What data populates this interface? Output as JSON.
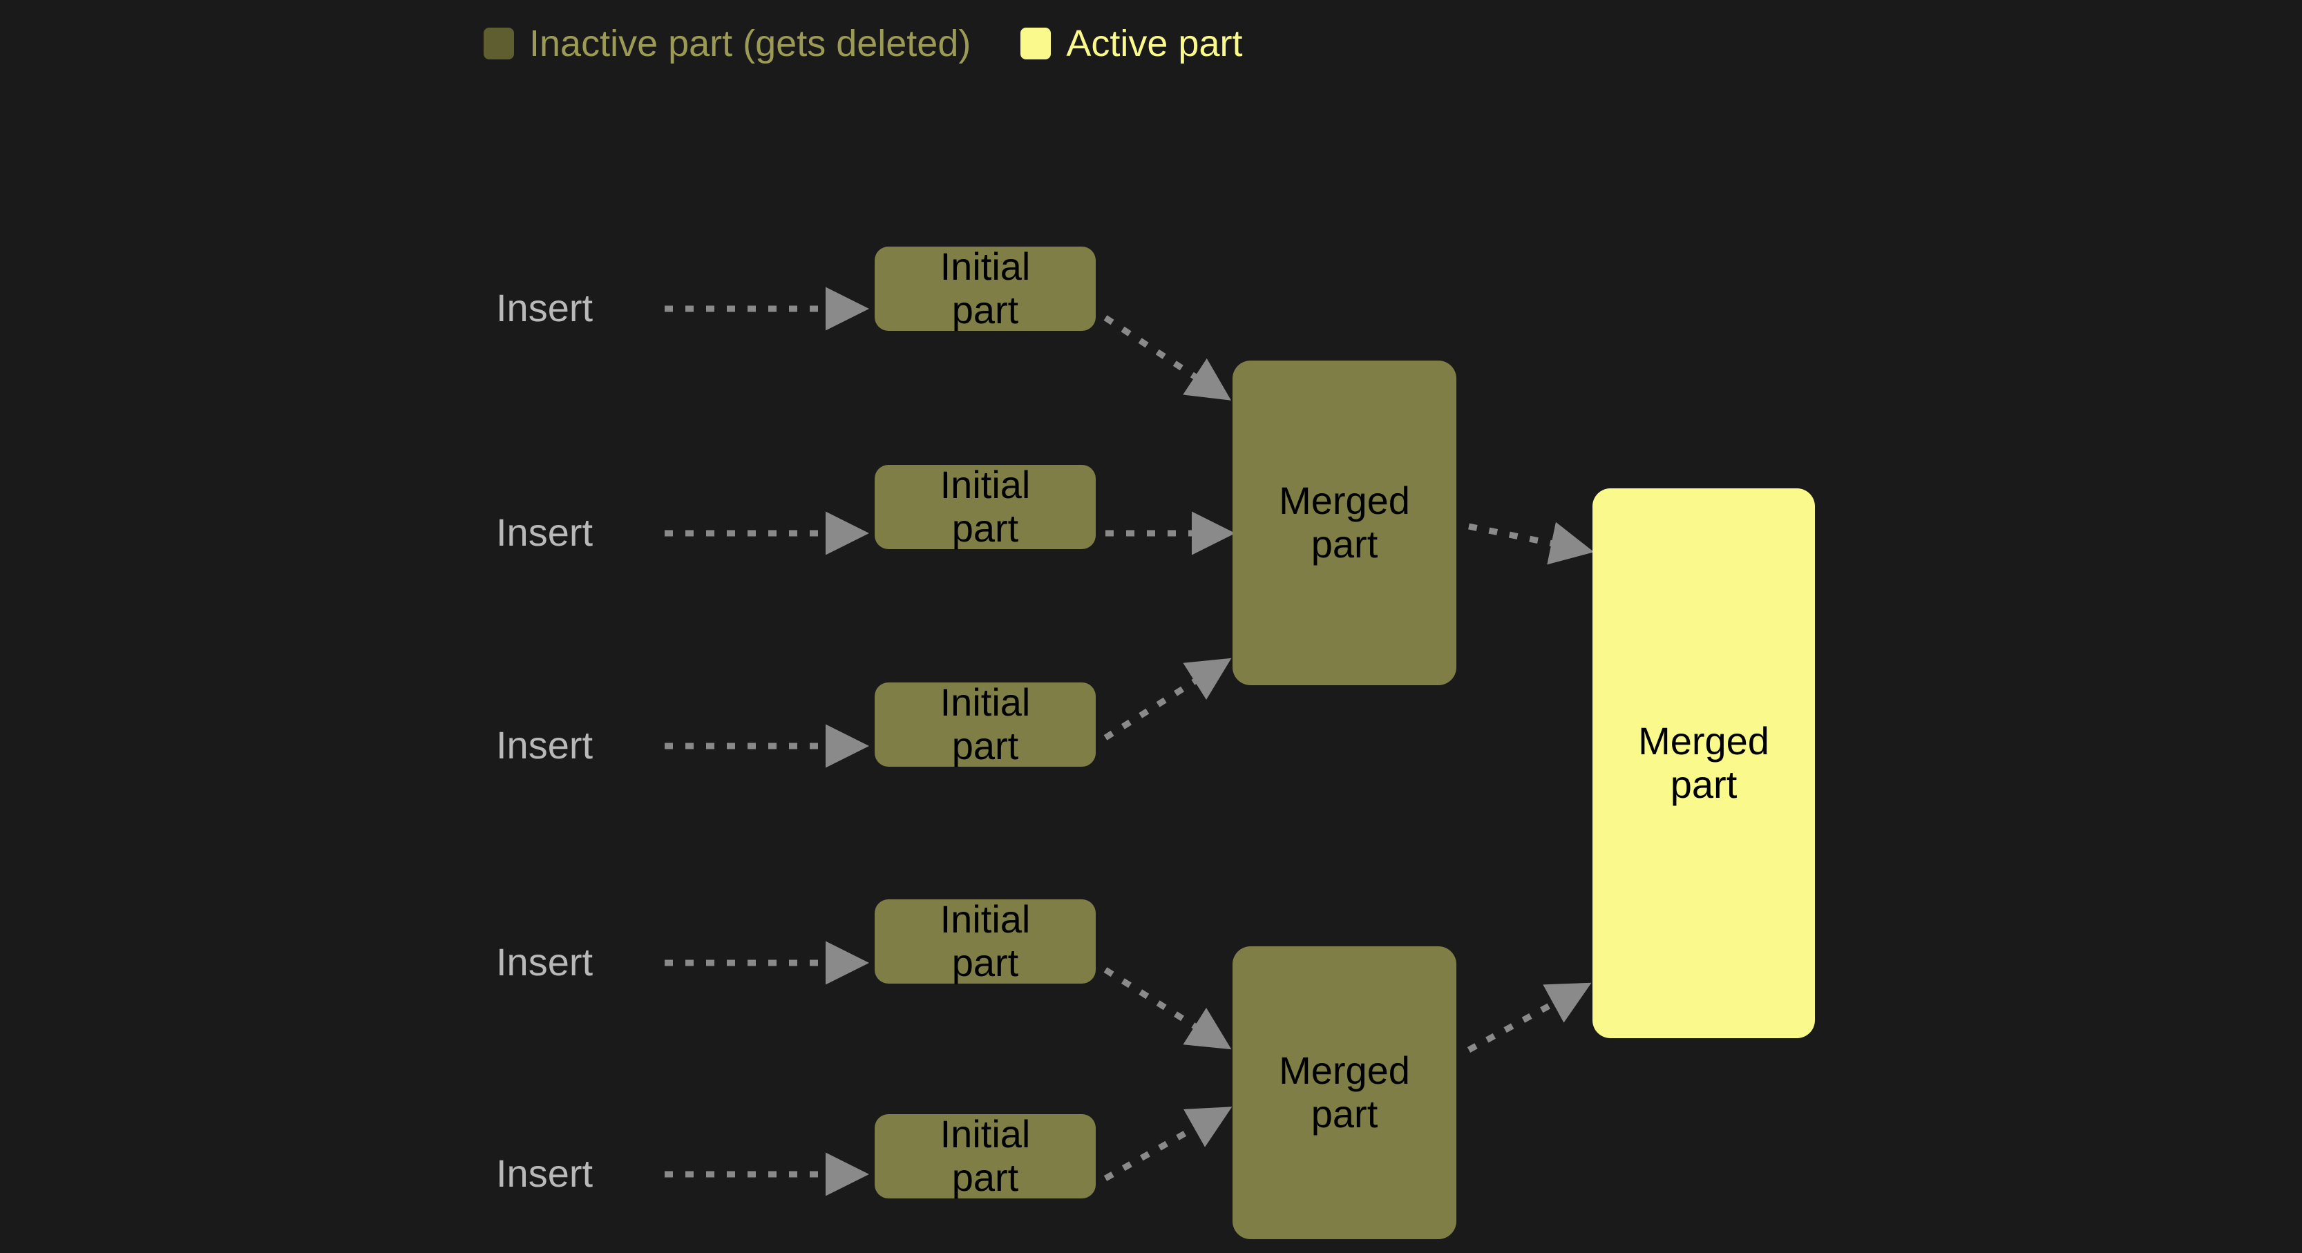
{
  "background_color": "#1a1a1a",
  "legend": {
    "items": [
      {
        "label": "Inactive part (gets deleted)",
        "swatch_color": "#5e5e30",
        "text_color": "#9b9b55"
      },
      {
        "label": "Active part",
        "swatch_color": "#fafa8c",
        "text_color": "#fafa8c"
      }
    ]
  },
  "colors": {
    "inactive_node": "#7e7e46",
    "active_node": "#fafa8c",
    "node_text": "#000000",
    "insert_text": "#b9b9b9",
    "arrow": "#808080"
  },
  "diagram": {
    "inserts": [
      {
        "label": "Insert"
      },
      {
        "label": "Insert"
      },
      {
        "label": "Insert"
      },
      {
        "label": "Insert"
      },
      {
        "label": "Insert"
      }
    ],
    "initial_parts": [
      {
        "label": "Initial part",
        "line1": "Initial",
        "line2": "part"
      },
      {
        "label": "Initial part",
        "line1": "Initial",
        "line2": "part"
      },
      {
        "label": "Initial part",
        "line1": "Initial",
        "line2": "part"
      },
      {
        "label": "Initial part",
        "line1": "Initial",
        "line2": "part"
      },
      {
        "label": "Initial part",
        "line1": "Initial",
        "line2": "part"
      }
    ],
    "merged_parts": [
      {
        "label": "Merged part",
        "line1": "Merged",
        "line2": "part",
        "state": "inactive"
      },
      {
        "label": "Merged part",
        "line1": "Merged",
        "line2": "part",
        "state": "inactive"
      }
    ],
    "final_part": {
      "label": "Merged part",
      "line1": "Merged",
      "line2": "part",
      "state": "active"
    }
  }
}
